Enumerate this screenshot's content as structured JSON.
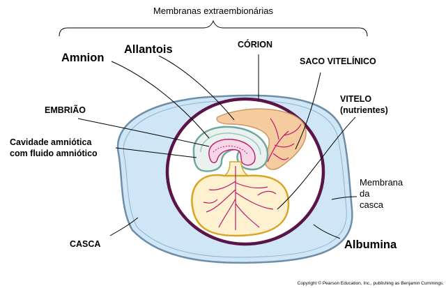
{
  "header": {
    "title": "Membranas extraembionárias"
  },
  "labels": {
    "amnion": "Amnion",
    "allantois": "Allantois",
    "corion": "CÓRION",
    "saco_vitelinico": "SACO VITELÍNICO",
    "vitelo_line1": "VITELO",
    "vitelo_line2": "(nutrientes)",
    "embriao": "EMBRIÃO",
    "cavidade_line1": "Cavidade amniótica",
    "cavidade_line2": "com fluido amniótico",
    "membrana_line1": "Membrana",
    "membrana_line2": "da",
    "membrana_line3": "casca",
    "casca": "CASCA",
    "albumina": "Albumina"
  },
  "footer": {
    "copyright": "Copyright © Pearson Education, Inc., publishing as Benjamin Cummings."
  },
  "colors": {
    "shell_fill": "#cfe6f7",
    "shell_stroke": "#6d8ea9",
    "chorion": "#5b1448",
    "yolk_fill": "#fdf1cf",
    "yolk_stroke": "#d8a626",
    "allantois_fill": "#f5cba0",
    "vessels": "#c0176e",
    "amnion_teal": "#6fa7a0",
    "amnion_fill": "#e9f2ee"
  }
}
